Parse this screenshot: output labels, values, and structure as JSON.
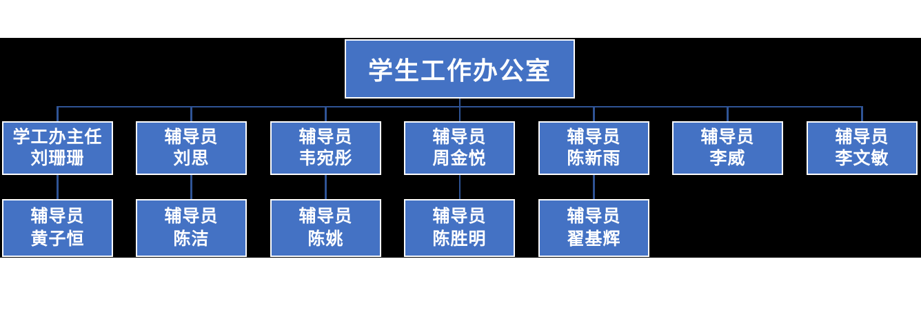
{
  "page": {
    "background": "#FFFFFF",
    "chart_background": "#000000"
  },
  "org_chart": {
    "root": {
      "title": "学生工作办公室"
    },
    "level2": [
      {
        "role": "学工办主任",
        "name": "刘珊珊"
      },
      {
        "role": "辅导员",
        "name": "刘思"
      },
      {
        "role": "辅导员",
        "name": "韦宛彤"
      },
      {
        "role": "辅导员",
        "name": "周金悦"
      },
      {
        "role": "辅导员",
        "name": "陈新雨"
      },
      {
        "role": "辅导员",
        "name": "李威"
      },
      {
        "role": "辅导员",
        "name": "李文敏"
      }
    ],
    "level3": [
      {
        "role": "辅导员",
        "name": "黄子恒",
        "reports_to": "刘珊珊"
      },
      {
        "role": "辅导员",
        "name": "陈洁",
        "reports_to": "刘思"
      },
      {
        "role": "辅导员",
        "name": "陈姚",
        "reports_to": "韦宛彤"
      },
      {
        "role": "辅导员",
        "name": "陈胜明",
        "reports_to": "周金悦"
      },
      {
        "role": "辅导员",
        "name": "翟基辉",
        "reports_to": "陈新雨"
      }
    ],
    "colors": {
      "node_fill": "#4472C4",
      "node_border": "#FFFFFF",
      "node_text": "#FFFFFF",
      "connector": "#2F5496"
    }
  }
}
